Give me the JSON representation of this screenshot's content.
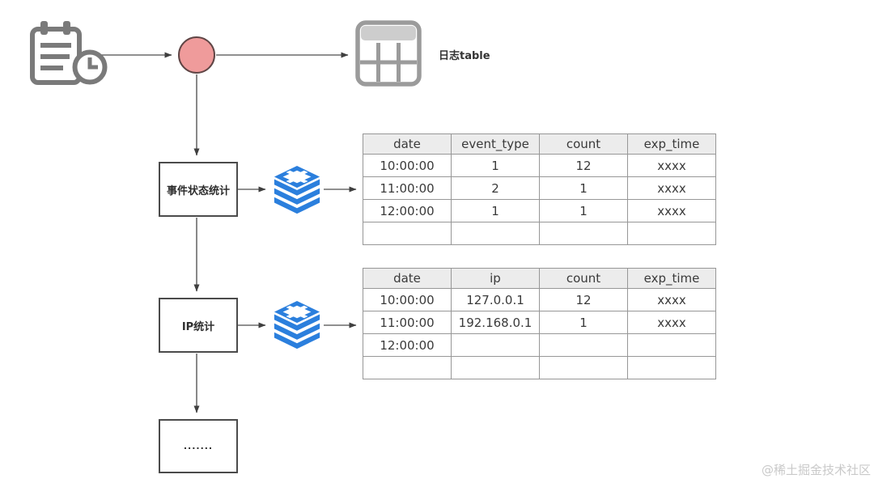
{
  "flow": {
    "log_table_label": "日志table",
    "nodes": [
      {
        "id": "event-status-stats",
        "label": "事件状态统计"
      },
      {
        "id": "ip-stats",
        "label": "IP统计"
      },
      {
        "id": "more",
        "label": "......."
      }
    ],
    "icons": {
      "source": "scheduled-log-icon",
      "junction": "junction-circle-node",
      "log_table": "log-table-icon",
      "cache": "redis-stack-icon"
    }
  },
  "tables": [
    {
      "name": "event-status-table",
      "headers": [
        "date",
        "event_type",
        "count",
        "exp_time"
      ],
      "rows": [
        [
          "10:00:00",
          "1",
          "12",
          "xxxx"
        ],
        [
          "11:00:00",
          "2",
          "1",
          "xxxx"
        ],
        [
          "12:00:00",
          "1",
          "1",
          "xxxx"
        ],
        [
          "",
          "",
          "",
          ""
        ]
      ]
    },
    {
      "name": "ip-table",
      "headers": [
        "date",
        "ip",
        "count",
        "exp_time"
      ],
      "rows": [
        [
          "10:00:00",
          "127.0.0.1",
          "12",
          "xxxx"
        ],
        [
          "11:00:00",
          "192.168.0.1",
          "1",
          "xxxx"
        ],
        [
          "12:00:00",
          "",
          "",
          ""
        ],
        [
          "",
          "",
          "",
          ""
        ]
      ]
    }
  ],
  "watermark": {
    "text": "@稀土掘金技术社区"
  },
  "colors": {
    "junction_fill": "#ef9b9b",
    "junction_stroke": "#5f4545",
    "redis_blue": "#2b7fdd",
    "icon_gray": "#7a7a7a",
    "line_gray": "#6b6b6b",
    "arrow_head": "#3f3f3f",
    "table_border": "#979797",
    "table_header_bg": "#ececec",
    "text_dark": "#3a3a3a",
    "watermark_gray": "#c9c9c9"
  }
}
